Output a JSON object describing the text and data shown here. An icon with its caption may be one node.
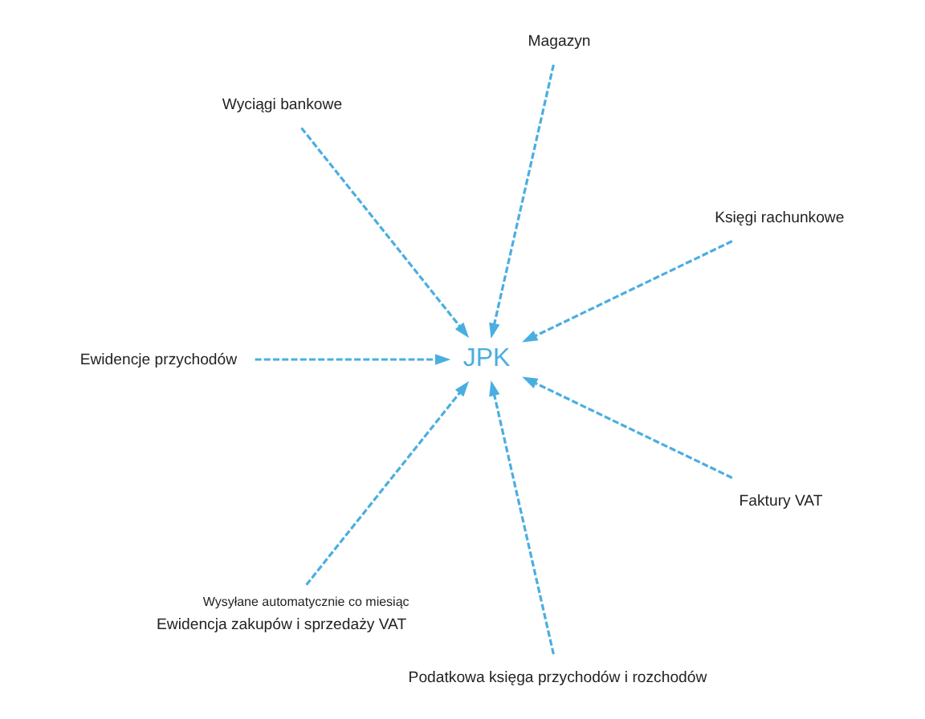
{
  "diagram": {
    "nodes": [
      {
        "text": [
          "Księgi rachunkowe"
        ]
      },
      {
        "text": [
          "Magazyn"
        ]
      },
      {
        "text": [
          "Wyciągi bankowe"
        ]
      },
      {
        "text": [
          "JPK"
        ]
      },
      {
        "text": [
          "Ewidencje przychodów"
        ]
      },
      {
        "text": [
          "Ewidencja zakupów i sprzedaży VAT"
        ],
        "beside": [
          "Wysyłane automatycznie co miesiąc"
        ]
      },
      {
        "text": [
          "Podatkowa księga przychodów i rozchodów"
        ]
      },
      {
        "text": [
          "Faktury VAT"
        ]
      }
    ],
    "edges": [
      {
        "from": 0,
        "to": 3,
        "arrow": "to",
        "style": "dashed"
      },
      {
        "from": 1,
        "to": 3,
        "arrow": "to",
        "style": "dashed"
      },
      {
        "from": 2,
        "to": 3,
        "arrow": "to",
        "style": "dashed"
      },
      {
        "from": 4,
        "to": 3,
        "arrow": "to",
        "style": "dashed"
      },
      {
        "from": 5,
        "to": 3,
        "arrow": "to",
        "style": "dashed"
      },
      {
        "from": 6,
        "to": 3,
        "arrow": "to",
        "style": "dashed"
      },
      {
        "from": 7,
        "to": 3,
        "arrow": "to",
        "style": "dashed"
      }
    ]
  }
}
